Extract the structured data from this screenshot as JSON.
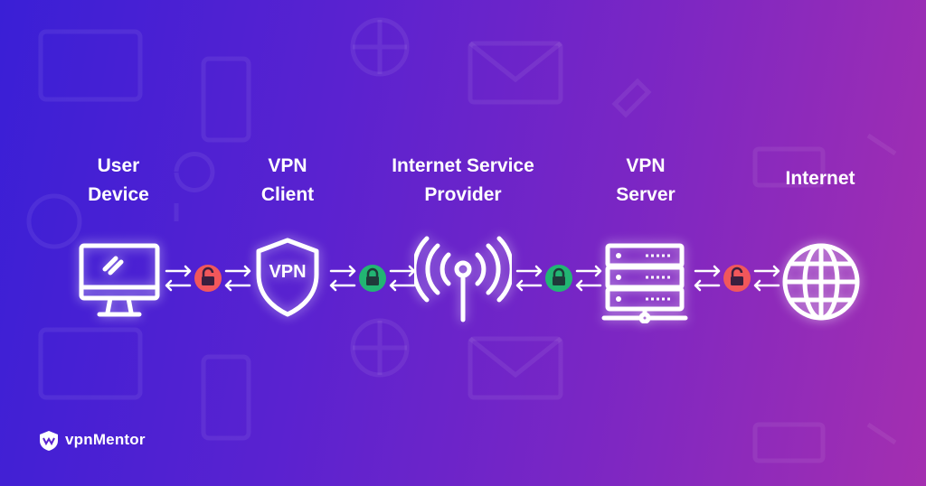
{
  "nodes": [
    {
      "id": "user-device",
      "label_lines": [
        "User",
        "Device"
      ],
      "icon": "monitor-icon"
    },
    {
      "id": "vpn-client",
      "label_lines": [
        "VPN",
        "Client"
      ],
      "icon": "vpn-shield-icon",
      "icon_text": "VPN"
    },
    {
      "id": "isp",
      "label_lines": [
        "Internet Service",
        "Provider"
      ],
      "icon": "broadcast-antenna-icon"
    },
    {
      "id": "vpn-server",
      "label_lines": [
        "VPN",
        "Server"
      ],
      "icon": "server-icon"
    },
    {
      "id": "internet",
      "label_lines": [
        "Internet"
      ],
      "icon": "globe-icon"
    }
  ],
  "links": [
    {
      "from": "user-device",
      "to": "vpn-client",
      "lock": "unlocked",
      "color": "#f1575b"
    },
    {
      "from": "vpn-client",
      "to": "isp",
      "lock": "locked",
      "color": "#22b573"
    },
    {
      "from": "isp",
      "to": "vpn-server",
      "lock": "locked",
      "color": "#22b573"
    },
    {
      "from": "vpn-server",
      "to": "internet",
      "lock": "unlocked",
      "color": "#f1575b"
    }
  ],
  "brand": {
    "name": "vpnMentor",
    "icon": "vpnmentor-logo-icon"
  },
  "colors": {
    "bg_start": "#3a1fd6",
    "bg_end": "#a42fb0",
    "foreground": "#ffffff",
    "encrypted": "#22b573",
    "unencrypted": "#f1575b"
  }
}
